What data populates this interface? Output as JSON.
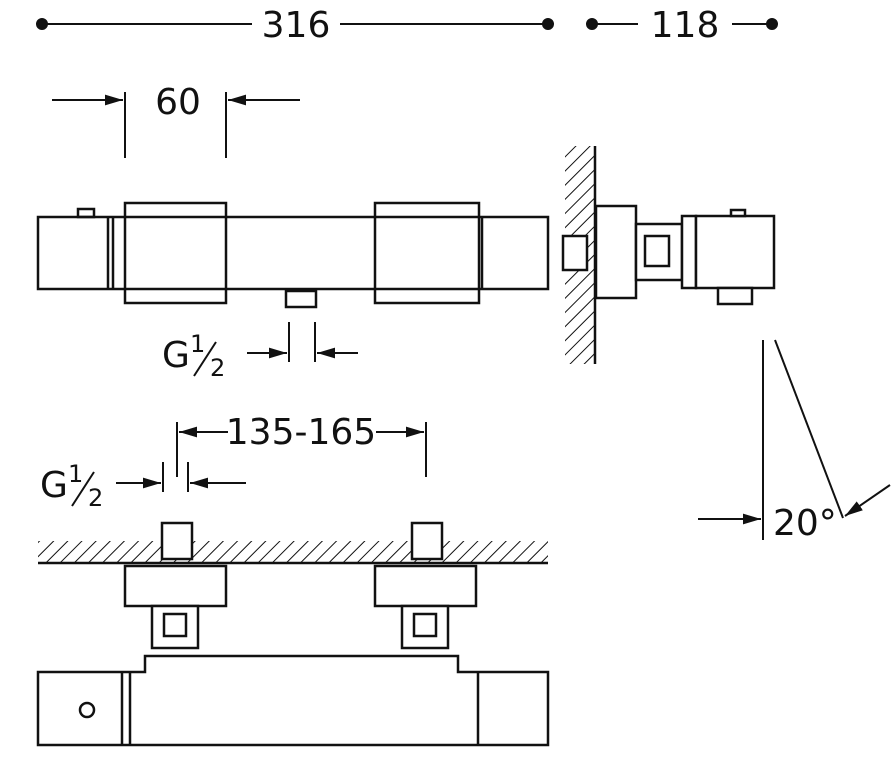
{
  "dimensions": {
    "overall_length": "316",
    "depth": "118",
    "handle_width": "60",
    "outlet_thread_main": "G",
    "outlet_thread_fraction_num": "1",
    "outlet_thread_fraction_den": "2",
    "inlet_spacing": "135-165",
    "inlet_thread_main": "G",
    "inlet_thread_fraction_num": "1",
    "inlet_thread_fraction_den": "2",
    "tilt_angle": "20°"
  },
  "colors": {
    "line": "#111111",
    "background": "#ffffff"
  }
}
